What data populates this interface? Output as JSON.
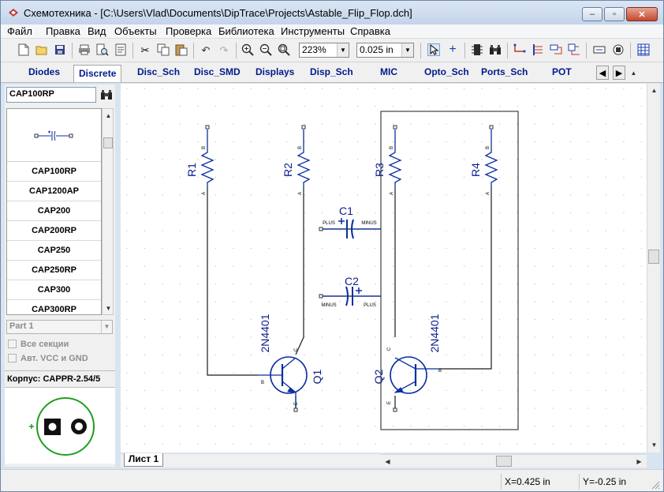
{
  "window": {
    "title": "Схемотехника - [C:\\Users\\Vlad\\Documents\\DipTrace\\Projects\\Astable_Flip_Flop.dch]",
    "minimize_label": "–",
    "restore_label": "▫",
    "close_label": "✕"
  },
  "menu": {
    "items": [
      "Файл",
      "Правка",
      "Вид",
      "Объекты",
      "Проверка",
      "Библиотека",
      "Инструменты",
      "Справка"
    ]
  },
  "toolbar": {
    "zoom_value": "223%",
    "grid_value": "0.025 in"
  },
  "library_tabs": {
    "items": [
      "Diodes",
      "Discrete",
      "Disc_Sch",
      "Disc_SMD",
      "Displays",
      "Disp_Sch",
      "MIC",
      "Opto_Sch",
      "Ports_Sch",
      "POT"
    ],
    "active": "Discrete"
  },
  "left_panel": {
    "search_value": "CAP100RP",
    "components": [
      "CAP100RP",
      "CAP1200AP",
      "CAP200",
      "CAP200RP",
      "CAP250",
      "CAP250RP",
      "CAP300",
      "CAP300RP"
    ],
    "part_value": "Part 1",
    "all_sections_label": "Все секции",
    "auto_vcc_label": "Авт. VCC и GND",
    "package_label": "Корпус: CAPPR-2.54/5"
  },
  "schematic": {
    "R1": "R1",
    "R2": "R2",
    "R3": "R3",
    "R4": "R4",
    "C1": "C1",
    "C2": "C2",
    "Q1": "Q1",
    "Q2": "Q2",
    "transistor_value": "2N4401",
    "pin_a": "A",
    "pin_b": "B",
    "pin_c": "C",
    "pin_e": "E",
    "plus": "PLUS",
    "minus": "MINUS"
  },
  "sheet_tab": "Лист 1",
  "status": {
    "x": "X=0.425 in",
    "y": "Y=-0.25 in"
  },
  "colors": {
    "wire": "#1a1a1a",
    "component": "#0a2fa0",
    "label": "#0a1e8c",
    "grid_dot": "#c8c8c8",
    "footprint_ring": "#1f9e1f"
  }
}
